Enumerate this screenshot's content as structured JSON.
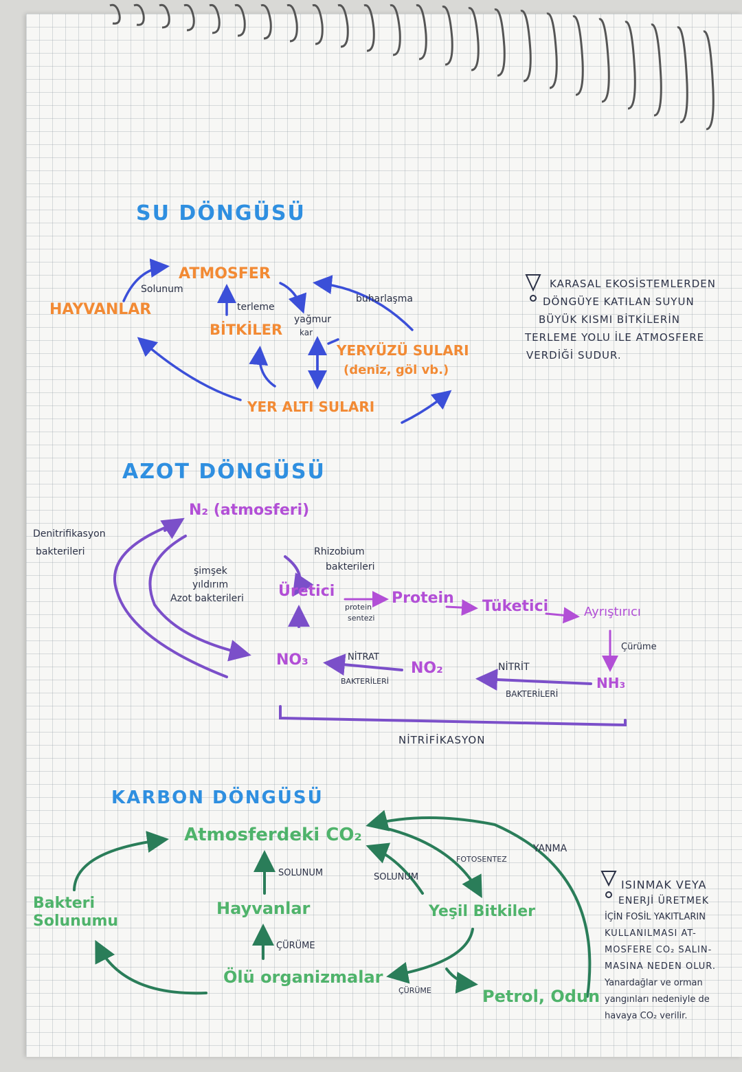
{
  "su": {
    "title": "SU DÖNGÜSÜ",
    "atmosfer": "ATMOSFER",
    "hayvanlar": "HAYVANLAR",
    "bitkiler": "BİTKİLER",
    "yeryuzu": "YERYÜZÜ SULARI",
    "yeryuzu_sub": "(deniz, göl vb.)",
    "yeralti": "YER ALTI SULARI",
    "solunum": "Solunum",
    "terleme": "terleme",
    "yagmur": "yağmur",
    "kar": "kar",
    "buharlasma": "buharlaşma"
  },
  "note1": [
    "KARASAL EKOSİSTEMLERDEN",
    "DÖNGÜYE KATILAN SUYUN",
    "BÜYÜK KISMI BİTKİLERİN",
    "TERLEME YOLU İLE ATMOSFERE",
    "VERDİĞİ SUDUR."
  ],
  "azot": {
    "title": "AZOT DÖNGÜSÜ",
    "n2": "N₂ (atmosferi)",
    "denitrifikasyon": "Denitrifikasyon",
    "bakterileri": "bakterileri",
    "simsek": "şimşek",
    "yildirim": "yıldırım",
    "azot_bakterileri": "Azot bakterileri",
    "rhizobium": "Rhizobium",
    "rhizobium_bak": "bakterileri",
    "uretici": "Üretici",
    "protein": "Protein",
    "protein_sentezi_1": "protein",
    "protein_sentezi_2": "sentezi",
    "tuketici": "Tüketici",
    "ayristirici": "Ayrıştırıcı",
    "curume": "Çürüme",
    "nh3": "NH₃",
    "nitrit": "NİTRİT",
    "nitrit_bak": "BAKTERİLERİ",
    "no2": "NO₂",
    "nitrat": "NİTRAT",
    "nitrat_bak": "BAKTERİLERİ",
    "no3": "NO₃",
    "nitrifikasyon": "NİTRİFİKASYON"
  },
  "karbon": {
    "title": "KARBON DÖNGÜSÜ",
    "atm_co2": "Atmosferdeki CO₂",
    "solunum1": "SOLUNUM",
    "solunum2": "SOLUNUM",
    "fotosentez": "FOTOSENTEZ",
    "yanma": "YANMA",
    "hayvanlar": "Hayvanlar",
    "yesil": "Yeşil Bitkiler",
    "bakteri1": "Bakteri",
    "bakteri2": "Solunumu",
    "curume1": "ÇÜRÜME",
    "curume2": "ÇÜRÜME",
    "olu": "Ölü organizmalar",
    "petrol": "Petrol, Odun"
  },
  "note2": [
    "ISINMAK VEYA",
    "ENERJİ ÜRETMEK",
    "İÇİN FOSİL YAKITLARIN",
    "KULLANILMASI AT-",
    "MOSFERE CO₂ SALIN-",
    "MASINA NEDEN OLUR.",
    "Yanardağlar ve orman",
    "yangınları nedeniyle de",
    "havaya CO₂ verilir."
  ],
  "colors": {
    "title": "#2f8fe0",
    "su_nodes": "#f28a34",
    "su_arrows": "#3b4fd8",
    "azot_nodes": "#b24fd6",
    "azot_arrows": "#7b4fc9",
    "karbon_nodes": "#4fb36b",
    "karbon_arrows": "#2a7d59"
  }
}
